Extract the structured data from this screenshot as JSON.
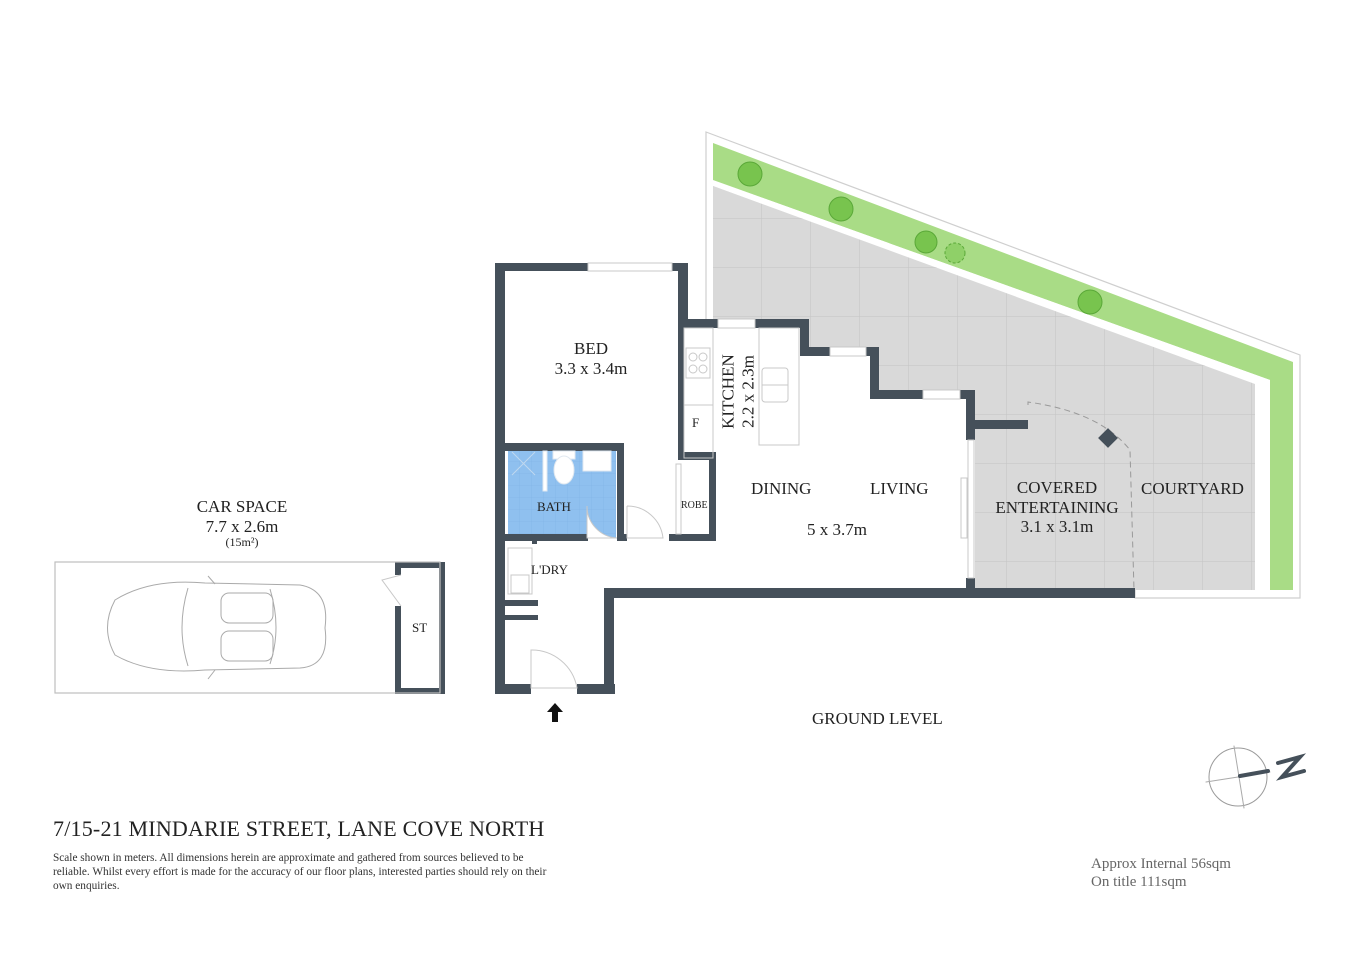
{
  "property": {
    "address": "7/15-21 MINDARIE STREET, LANE COVE NORTH",
    "disclaimer": "Scale shown in meters. All dimensions herein are approximate and gathered from sources believed to be  reliable. Whilst every effort is made for the accuracy of our floor plans, interested parties should rely on their own enquiries.",
    "approx_internal": "Approx Internal 56sqm",
    "on_title": "On title 111sqm",
    "level_label": "GROUND LEVEL"
  },
  "rooms": {
    "bed": {
      "name": "BED",
      "size": "3.3 x 3.4m"
    },
    "kitchen": {
      "name": "KITCHEN",
      "size": "2.2 x 2.3m",
      "fridge": "F"
    },
    "bath": {
      "name": "BATH"
    },
    "robe": {
      "name": "ROBE"
    },
    "laundry": {
      "name": "L'DRY"
    },
    "dining": {
      "name": "DINING"
    },
    "living": {
      "name": "LIVING",
      "size": "5 x 3.7m"
    },
    "covered_entertaining": {
      "name_line1": "COVERED",
      "name_line2": "ENTERTAINING",
      "size": "3.1 x 3.1m"
    },
    "courtyard": {
      "name": "COURTYARD"
    },
    "car_space": {
      "name": "CAR SPACE",
      "size": "7.7 x 2.6m",
      "area": "(15m²)"
    },
    "storage": {
      "name": "ST"
    }
  },
  "icons": {
    "entry": "entry-arrow-icon",
    "compass": "north-compass-icon",
    "compass_letter": "N"
  },
  "colors": {
    "wall": "#45505a",
    "tile": "#d8d8d8",
    "garden": "#a8dc84",
    "bath": "#8fbfee"
  }
}
